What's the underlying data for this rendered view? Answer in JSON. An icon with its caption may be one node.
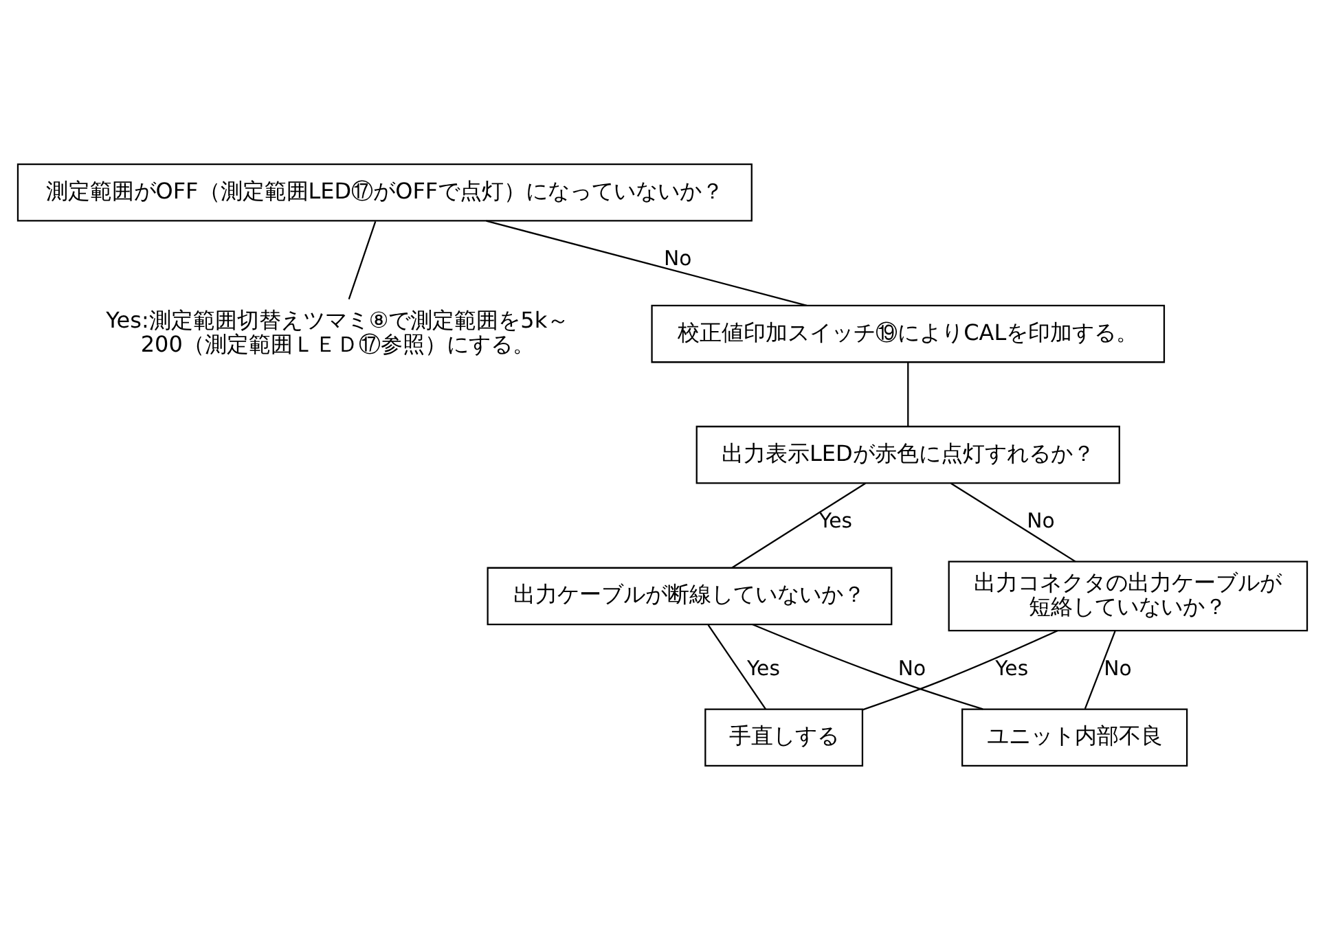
{
  "diagram": {
    "nodes": [
      {
        "text": [
          "測定範囲がOFF（測定範囲LED⑰がOFFで点灯）になっていないか？"
        ]
      },
      {
        "text": [
          "Yes:測定範囲切替えツマミ⑧で測定範囲を5k～200（測定範囲ＬＥＤ⑰参照）にする。"
        ]
      },
      {
        "text": [
          "校正値印加スイッチ⑲によりCALを印加する。"
        ]
      },
      {
        "text": [
          "出力表示LEDが赤色に点灯すれるか？"
        ]
      },
      {
        "text": [
          "出力ケーブルが断線していないか？"
        ]
      },
      {
        "text": [
          "出力コネクタの出力ケーブルが短絡していないか？"
        ]
      },
      {
        "text": [
          "手直しする"
        ]
      },
      {
        "text": [
          "ユニット内部不良"
        ]
      }
    ],
    "edges": [
      {
        "from": 0,
        "to": 1,
        "arrow": "none"
      },
      {
        "from": 0,
        "to": 2,
        "arrow": "none",
        "label": "No"
      },
      {
        "from": 2,
        "to": 3,
        "arrow": "none"
      },
      {
        "from": 3,
        "to": 4,
        "arrow": "none",
        "label": "Yes"
      },
      {
        "from": 3,
        "to": 5,
        "arrow": "none",
        "label": "No"
      },
      {
        "from": 4,
        "to": 6,
        "arrow": "none",
        "label": "Yes"
      },
      {
        "from": 5,
        "to": 6,
        "arrow": "none",
        "label": "Yes"
      },
      {
        "from": 4,
        "to": 7,
        "arrow": "none",
        "label": "No"
      },
      {
        "from": 5,
        "to": 7,
        "arrow": "none",
        "label": "No"
      }
    ]
  }
}
